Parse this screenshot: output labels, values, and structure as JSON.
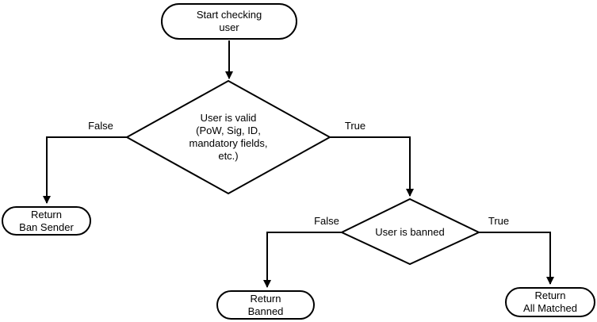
{
  "diagram": {
    "background": "#ffffff",
    "stroke_color": "#000000",
    "text_color": "#000000",
    "nodes": {
      "start": {
        "type": "terminator",
        "label": "Start checking\nuser"
      },
      "valid_check": {
        "type": "decision",
        "label": "User is valid\n(PoW, Sig, ID,\nmandatory fields,\netc.)"
      },
      "ban_sender": {
        "type": "terminator",
        "label": "Return\nBan Sender"
      },
      "banned_check": {
        "type": "decision",
        "label": "User is banned"
      },
      "banned": {
        "type": "terminator",
        "label": "Return\nBanned"
      },
      "all_matched": {
        "type": "terminator",
        "label": "Return\nAll Matched"
      }
    },
    "edges": {
      "valid_false": {
        "label": "False"
      },
      "valid_true": {
        "label": "True"
      },
      "banned_false": {
        "label": "False"
      },
      "banned_true": {
        "label": "True"
      }
    }
  }
}
